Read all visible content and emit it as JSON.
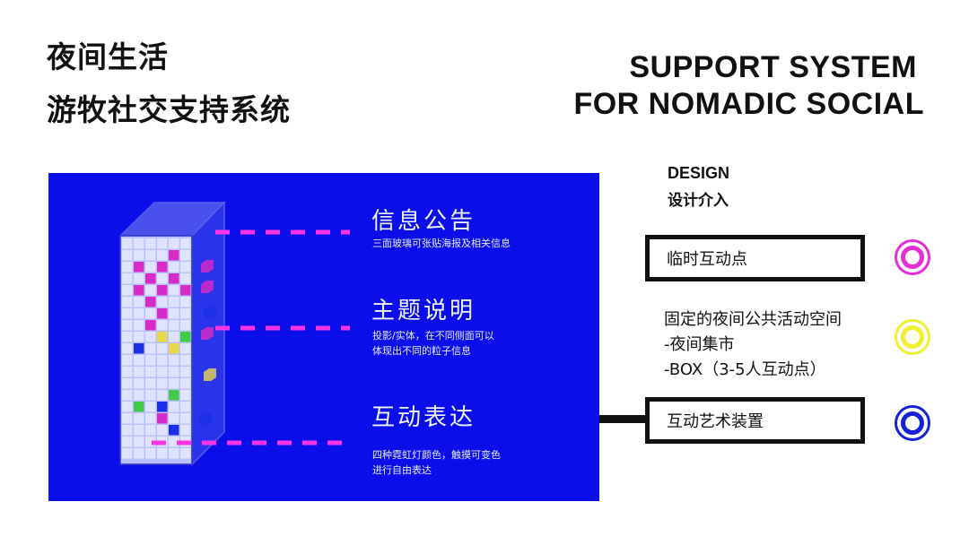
{
  "header": {
    "title_cn_line1": "夜间生活",
    "title_cn_line2": "游牧社交支持系统",
    "title_en_line1": "SUPPORT SYSTEM",
    "title_en_line2": "FOR NOMADIC SOCIAL"
  },
  "panel": {
    "features": [
      {
        "title": "信息公告",
        "desc_lines": [
          "三面玻璃可张贴海报及相关信息"
        ]
      },
      {
        "title": "主题说明",
        "desc_lines": [
          "投影/实体，在不同侧面可以",
          "体现出不同的粒子信息"
        ]
      },
      {
        "title": "互动表达",
        "desc_lines": [
          "四种霓虹灯颜色，触摸可变色",
          "进行自由表达"
        ]
      }
    ],
    "colors": {
      "background": "#0a0ee8",
      "dash": "#ff33e6",
      "magenta_tile": "#d92ac8",
      "green_tile": "#3ecb45",
      "yellow_tile": "#e8d84e",
      "blue_tile": "#1a2ee8"
    }
  },
  "design": {
    "label_en": "DESIGN",
    "label_cn": "设计介入",
    "items": [
      {
        "label": "临时互动点",
        "boxed": true,
        "ring_color": "#e62ed6"
      },
      {
        "lines": [
          "固定的夜间公共活动空间",
          "-夜间集市",
          "-BOX（3-5人互动点）"
        ],
        "boxed": false,
        "ring_color": "#f2ee34"
      },
      {
        "label": "互动艺术装置",
        "boxed": true,
        "ring_color": "#1522d6"
      }
    ]
  }
}
